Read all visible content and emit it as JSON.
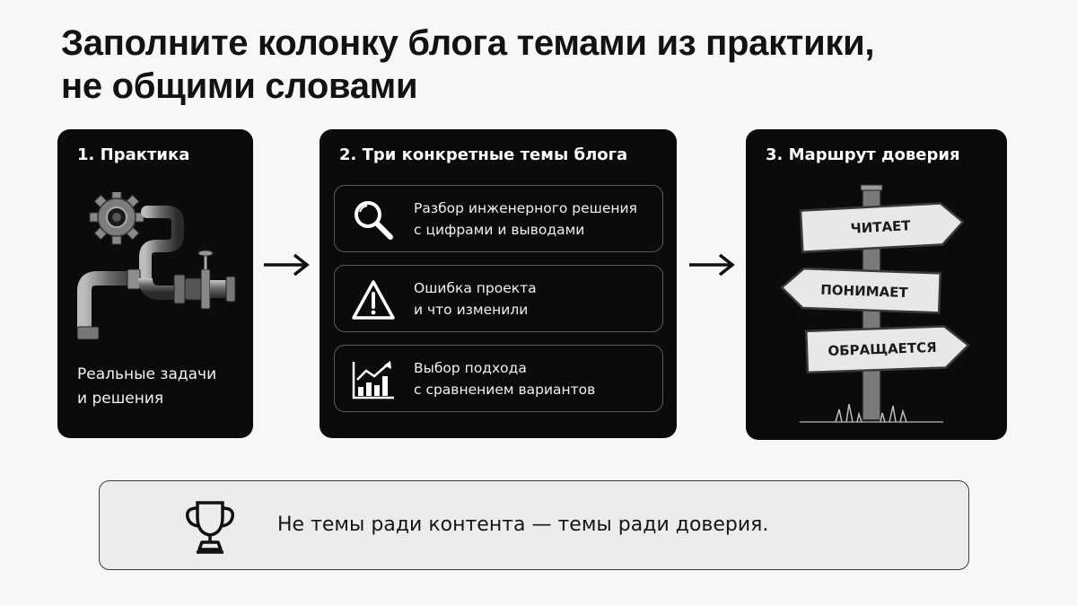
{
  "title": {
    "line1": "Заполните колонку блога темами из практики,",
    "line2": "не общими словами"
  },
  "panels": [
    {
      "heading": "1. Практика",
      "caption_line1": "Реальные задачи",
      "caption_line2": "и решения",
      "icon": "pipes-gear-icon"
    },
    {
      "heading": "2. Три конкретные темы блога",
      "topics": [
        {
          "icon": "magnifier-icon",
          "line1": "Разбор инженерного решения",
          "line2": "с цифрами и выводами"
        },
        {
          "icon": "warning-icon",
          "line1": "Ошибка проекта",
          "line2": "и что изменили"
        },
        {
          "icon": "growth-chart-icon",
          "line1": "Выбор подхода",
          "line2": "с сравнением вариантов"
        }
      ]
    },
    {
      "heading": "3. Маршрут доверия",
      "signs": [
        "ЧИТАЕТ",
        "ПОНИМАЕТ",
        "ОБРАЩАЕТСЯ"
      ],
      "icon": "signpost-icon"
    }
  ],
  "footer": {
    "text": "Не темы ради контента — темы ради доверия.",
    "icon": "trophy-icon"
  },
  "colors": {
    "panel_bg": "#0b0b0b",
    "page_bg": "#f7f7f7",
    "footer_bg": "#ececec"
  }
}
